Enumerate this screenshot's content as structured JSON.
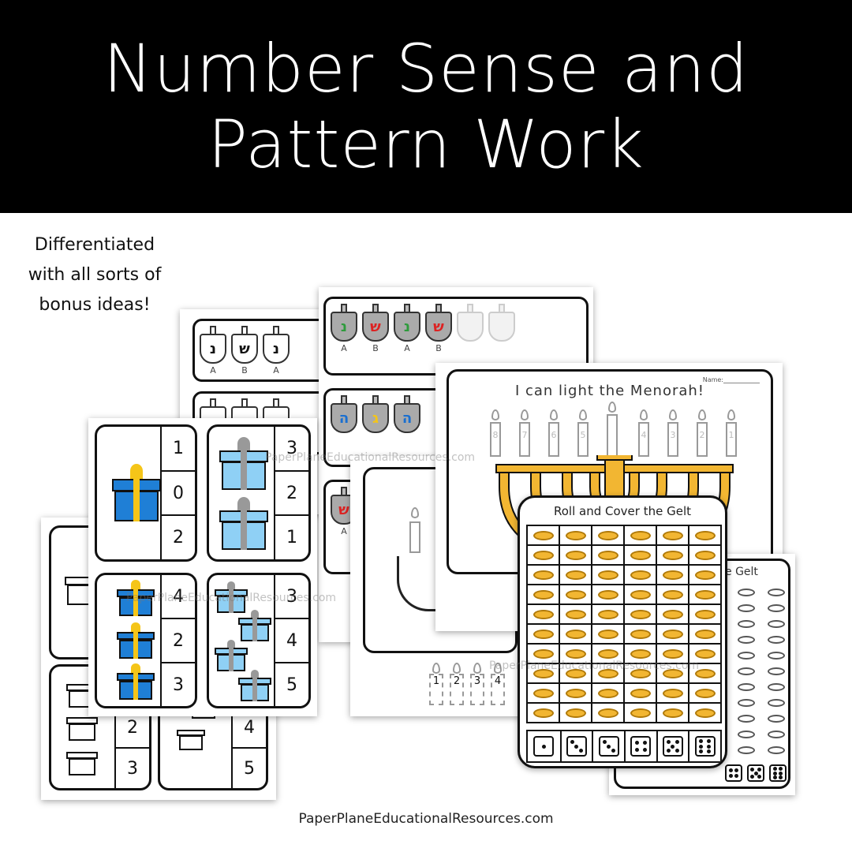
{
  "banner": {
    "line1": "Number Sense and",
    "line2": "Pattern Work"
  },
  "tagline": {
    "line1": "Differentiated",
    "line2": "with all sorts of",
    "line3": "bonus ideas!"
  },
  "footer": {
    "site": "PaperPlaneEducationalResources.com"
  },
  "watermark": "PaperPlaneEducationalResources.com",
  "pattern_sheet_back": {
    "letters": [
      "A",
      "B",
      "A"
    ]
  },
  "pattern_sheet_front": {
    "letters": [
      "A",
      "B",
      "A",
      "B"
    ],
    "second_label": "A"
  },
  "clip_cards": {
    "card1": {
      "nums": [
        "1",
        "0",
        "2"
      ]
    },
    "card2": {
      "nums": [
        "3",
        "2",
        "1"
      ]
    },
    "card3": {
      "nums": [
        "4",
        "2",
        "3"
      ]
    },
    "card4": {
      "nums": [
        "3",
        "4",
        "5"
      ]
    }
  },
  "clip_cards_bw": {
    "card3": [
      "2",
      "3"
    ],
    "card4": [
      "4",
      "5"
    ]
  },
  "menorah_sheet": {
    "title": "I can light the Menorah!",
    "name_label": "Name:",
    "candle_numbers": [
      "8",
      "7",
      "6",
      "5",
      "4",
      "3",
      "2",
      "1"
    ]
  },
  "menorah_cutouts": {
    "numbers": [
      "1",
      "2",
      "3",
      "4"
    ]
  },
  "gelt_sheet": {
    "title": "Roll and Cover the Gelt",
    "dice": [
      1,
      3,
      3,
      4,
      5,
      6
    ]
  },
  "gelt_sheet_bw": {
    "title_partial": "e Gelt",
    "dice": [
      4,
      5,
      6
    ]
  },
  "colors": {
    "gold": "#f2b632",
    "blue_dark": "#1f7fd6",
    "blue_light": "#8fd0f5",
    "yellow": "#f5c518",
    "green": "#2e9b3c",
    "red": "#d22",
    "blue_letter": "#1a6fd0"
  }
}
